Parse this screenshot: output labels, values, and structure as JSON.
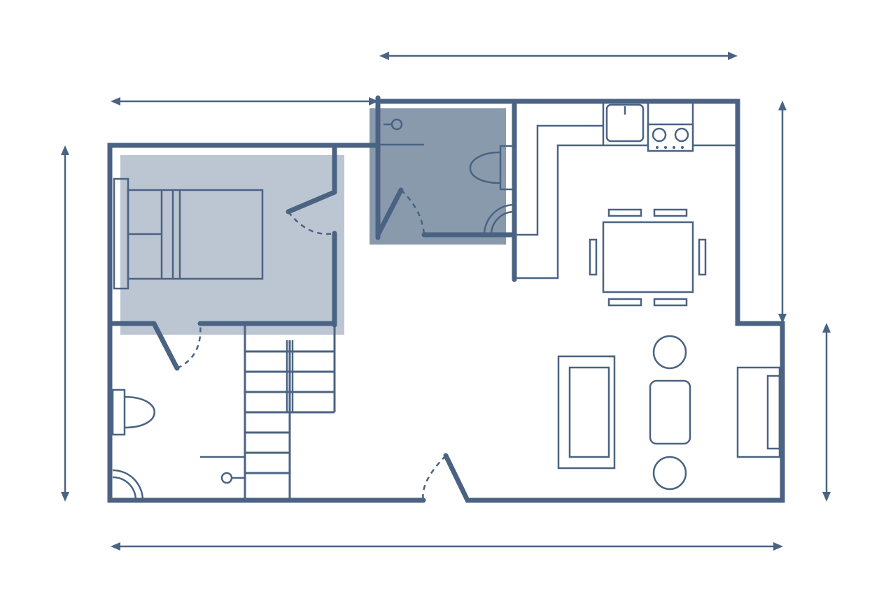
{
  "colors": {
    "wall": "#4a6383",
    "dimension": "#4a6383",
    "bedroom_fill": "#bcc5d2",
    "bathroom_fill": "#8a9aad",
    "background": "#ffffff"
  },
  "rooms": [
    {
      "name": "bedroom",
      "highlight": "light"
    },
    {
      "name": "upper-bathroom",
      "highlight": "dark"
    },
    {
      "name": "lower-bathroom",
      "highlight": "none"
    },
    {
      "name": "kitchen",
      "highlight": "none"
    },
    {
      "name": "dining",
      "highlight": "none"
    },
    {
      "name": "living-room",
      "highlight": "none"
    },
    {
      "name": "stairs",
      "highlight": "none"
    }
  ],
  "icons": [
    "bed-icon",
    "toilet-icon",
    "shower-icon",
    "sink-icon",
    "stove-icon",
    "dining-table-icon",
    "sofa-icon",
    "armchair-icon",
    "coffee-table-icon",
    "door-swing-icon",
    "staircase-icon"
  ]
}
